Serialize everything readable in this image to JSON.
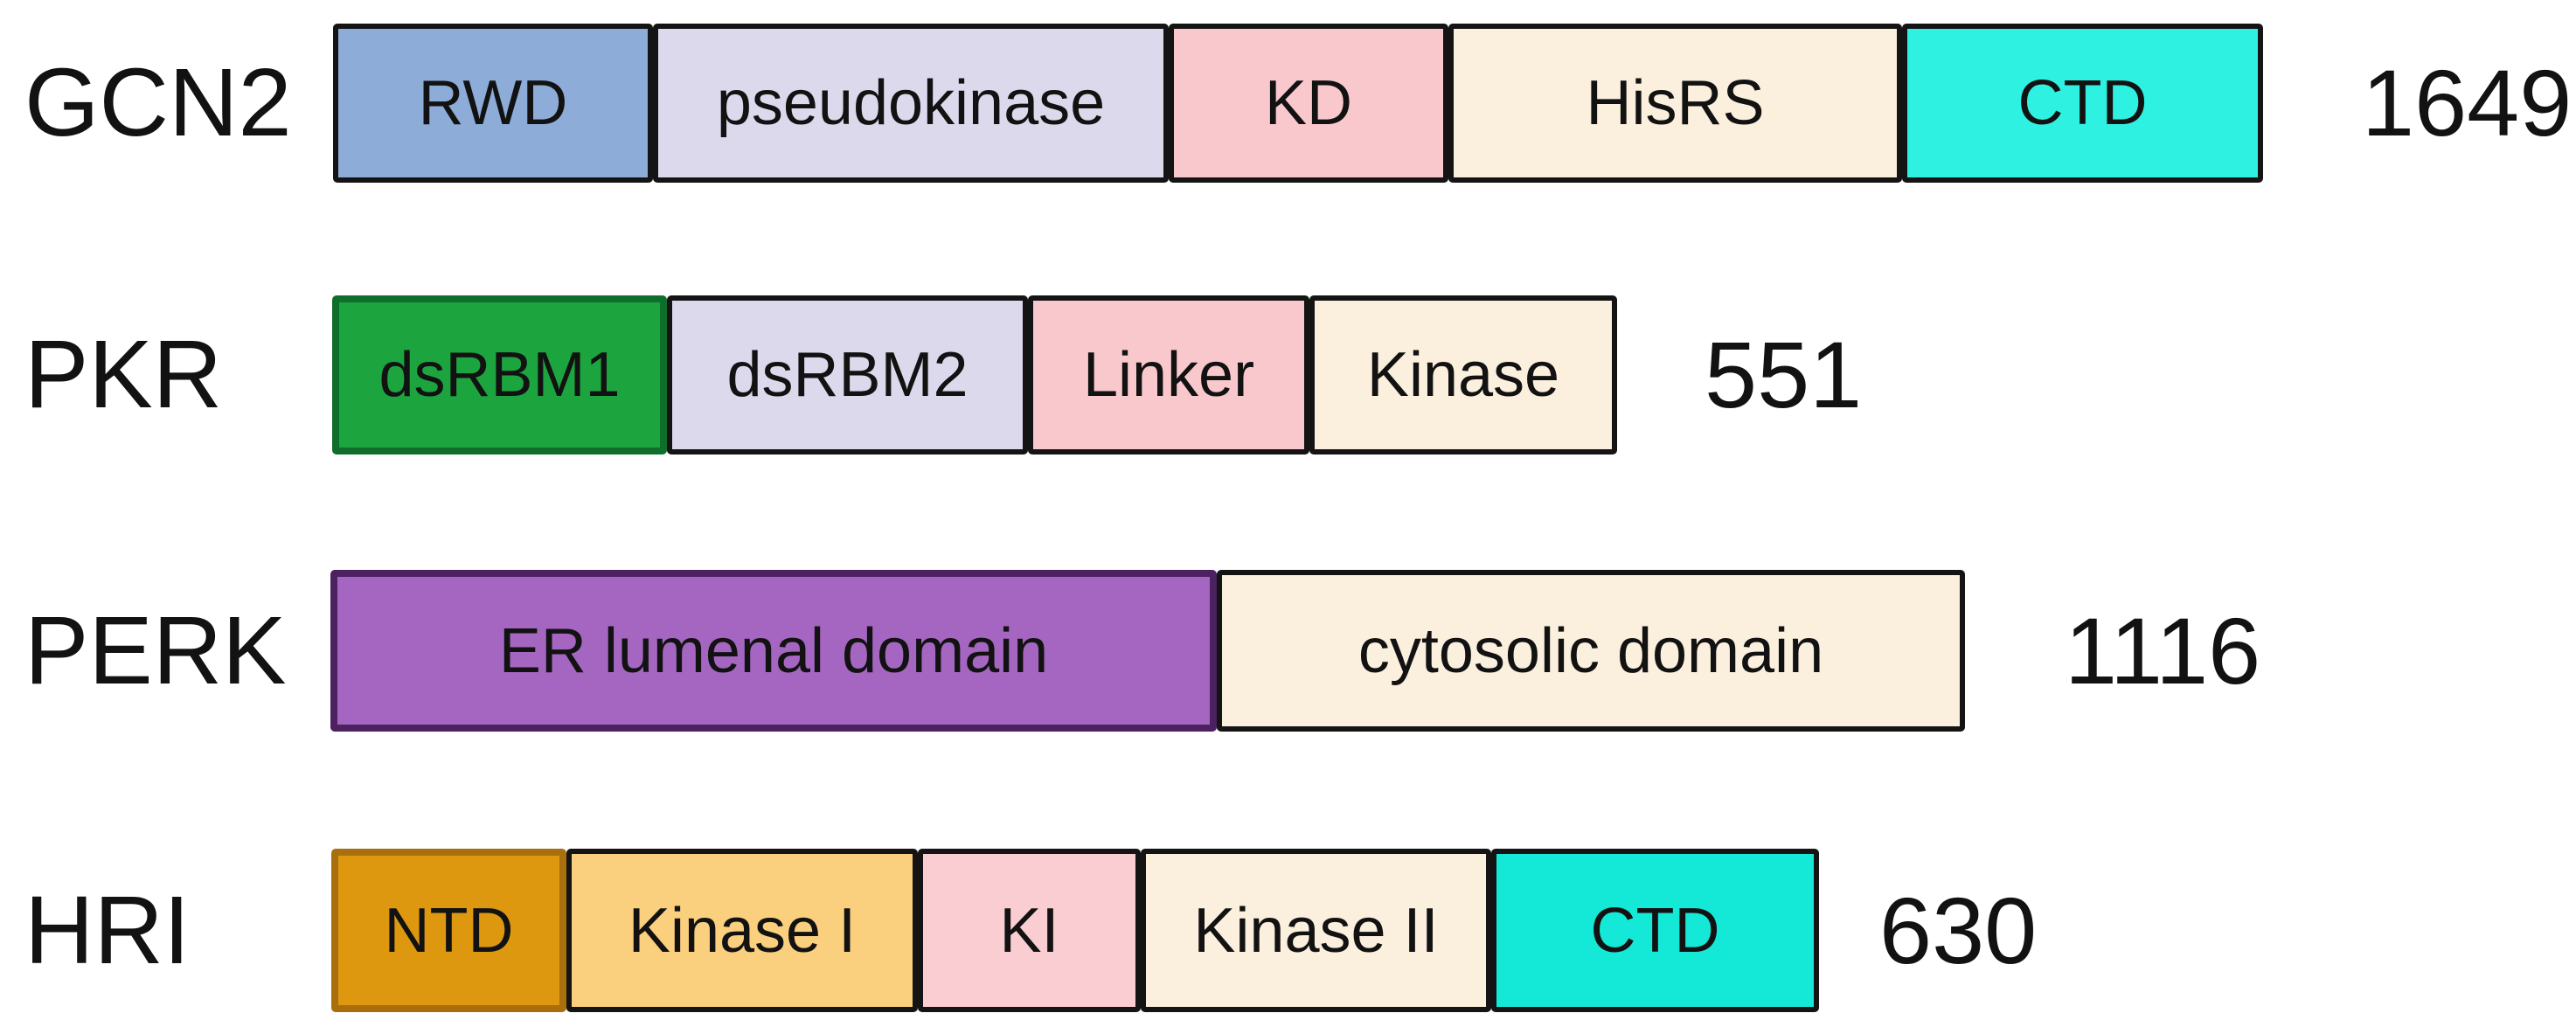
{
  "figure": {
    "title": "eIF2-alpha kinase domain architecture diagram",
    "background": "#FFFFFF",
    "text_color": "#121212",
    "default_border_color": "#141414"
  },
  "proteins": [
    {
      "name": "GCN2",
      "length": "1649",
      "domains": [
        {
          "label": "RWD",
          "color": "#8DACD7",
          "border": "#141414"
        },
        {
          "label": "pseudokinase",
          "color": "#DDD9EC",
          "border": "#141414"
        },
        {
          "label": "KD",
          "color": "#F9C8CC",
          "border": "#141414"
        },
        {
          "label": "HisRS",
          "color": "#FBEFDE",
          "border": "#141414"
        },
        {
          "label": "CTD",
          "color": "#2EF1E1",
          "border": "#141414"
        }
      ]
    },
    {
      "name": "PKR",
      "length": "551",
      "domains": [
        {
          "label": "dsRBM1",
          "color": "#1CA53F",
          "border": "#0F6E2B"
        },
        {
          "label": "dsRBM2",
          "color": "#DDD9EC",
          "border": "#141414"
        },
        {
          "label": "Linker",
          "color": "#F9C8CC",
          "border": "#141414"
        },
        {
          "label": "Kinase",
          "color": "#FBEFDE",
          "border": "#141414"
        }
      ]
    },
    {
      "name": "PERK",
      "length": "1116",
      "domains": [
        {
          "label": "ER lumenal domain",
          "color": "#A566C2",
          "border": "#4B2160"
        },
        {
          "label": "cytosolic domain",
          "color": "#FBEFDE",
          "border": "#141414"
        }
      ]
    },
    {
      "name": "HRI",
      "length": "630",
      "domains": [
        {
          "label": "NTD",
          "color": "#DD9810",
          "border": "#A96F0E"
        },
        {
          "label": "Kinase I",
          "color": "#FACF7D",
          "border": "#141414"
        },
        {
          "label": "KI",
          "color": "#FACDD2",
          "border": "#141414"
        },
        {
          "label": "Kinase II",
          "color": "#FBEFDE",
          "border": "#141414"
        },
        {
          "label": "CTD",
          "color": "#14E8D6",
          "border": "#141414"
        }
      ]
    }
  ]
}
